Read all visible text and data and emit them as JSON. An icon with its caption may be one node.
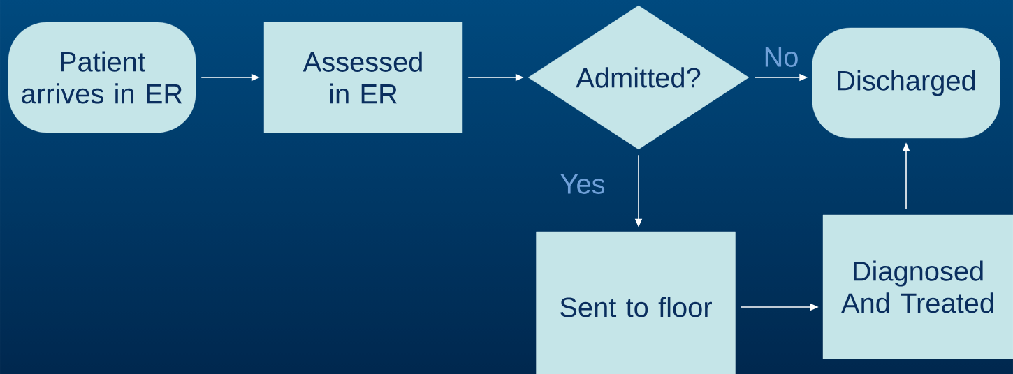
{
  "diagram": {
    "nodes": [
      {
        "text": [
          "Patient arrives in ER"
        ]
      },
      {
        "text": [
          "Assessed in ER"
        ]
      },
      {
        "text": [
          "Admitted?"
        ]
      },
      {
        "text": [
          "Discharged"
        ]
      },
      {
        "text": [
          "Sent to floor"
        ]
      },
      {
        "text": [
          "Diagnosed And Treated"
        ]
      }
    ],
    "edges": [
      {
        "from": 0,
        "to": 1,
        "arrow": "to"
      },
      {
        "from": 1,
        "to": 2,
        "arrow": "to"
      },
      {
        "from": 2,
        "to": 3,
        "arrow": "to",
        "label": "No"
      },
      {
        "from": 2,
        "to": 4,
        "arrow": "to",
        "label": "Yes"
      },
      {
        "from": 4,
        "to": 5,
        "arrow": "to"
      },
      {
        "from": 5,
        "to": 3,
        "arrow": "to"
      }
    ]
  }
}
